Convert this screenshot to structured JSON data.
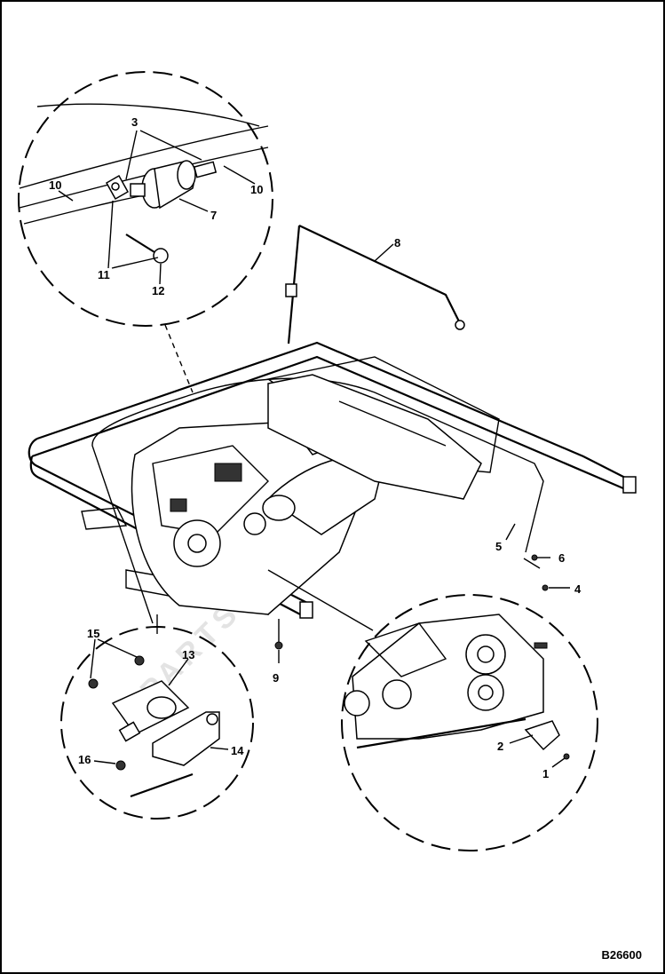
{
  "diagram": {
    "figure_code": "B26600",
    "callouts": [
      {
        "id": "c1",
        "text": "1"
      },
      {
        "id": "c2",
        "text": "2"
      },
      {
        "id": "c3",
        "text": "3"
      },
      {
        "id": "c4",
        "text": "4"
      },
      {
        "id": "c5",
        "text": "5"
      },
      {
        "id": "c6",
        "text": "6"
      },
      {
        "id": "c7",
        "text": "7"
      },
      {
        "id": "c8",
        "text": "8"
      },
      {
        "id": "c9",
        "text": "9"
      },
      {
        "id": "c10a",
        "text": "10"
      },
      {
        "id": "c10b",
        "text": "10"
      },
      {
        "id": "c11",
        "text": "11"
      },
      {
        "id": "c12",
        "text": "12"
      },
      {
        "id": "c13",
        "text": "13"
      },
      {
        "id": "c14",
        "text": "14"
      },
      {
        "id": "c15",
        "text": "15"
      },
      {
        "id": "c16",
        "text": "16"
      }
    ],
    "detail_views": [
      "fuel-filter-detail",
      "throttle-bracket-detail",
      "engine-mount-detail"
    ]
  }
}
